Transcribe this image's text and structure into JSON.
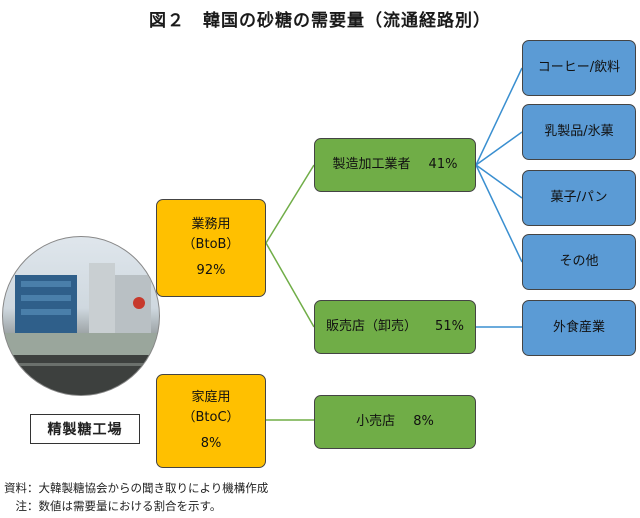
{
  "title": "図２　韓国の砂糖の需要量（流通経路別）",
  "plant_label": "精製糖工場",
  "nodes": {
    "business": {
      "line1": "業務用",
      "line2": "（BtoB）",
      "value": "92%"
    },
    "household": {
      "line1": "家庭用",
      "line2": "（BtoC）",
      "value": "8%"
    },
    "manufacturing": {
      "label": "製造加工業者",
      "value": "41%"
    },
    "distributors": {
      "label": "販売店（卸売）",
      "value": "51%"
    },
    "retail": {
      "label": "小売店",
      "value": "8%"
    },
    "coffee": {
      "label": "コーヒー/飲料"
    },
    "dairy": {
      "label": "乳製品/氷菓"
    },
    "confectionery": {
      "label": "菓子/パン"
    },
    "other": {
      "label": "その他"
    },
    "foodservice": {
      "label": "外食産業"
    }
  },
  "notes": {
    "source": "資料：大韓製糖協会からの聞き取りにより機構作成",
    "note": "　注：数値は需要量における割合を示す。"
  },
  "colors": {
    "yellow": "#ffc000",
    "green": "#70ad47",
    "blue": "#5b9bd5",
    "green_line": "#70ad47",
    "blue_line": "#3a8fd0"
  }
}
